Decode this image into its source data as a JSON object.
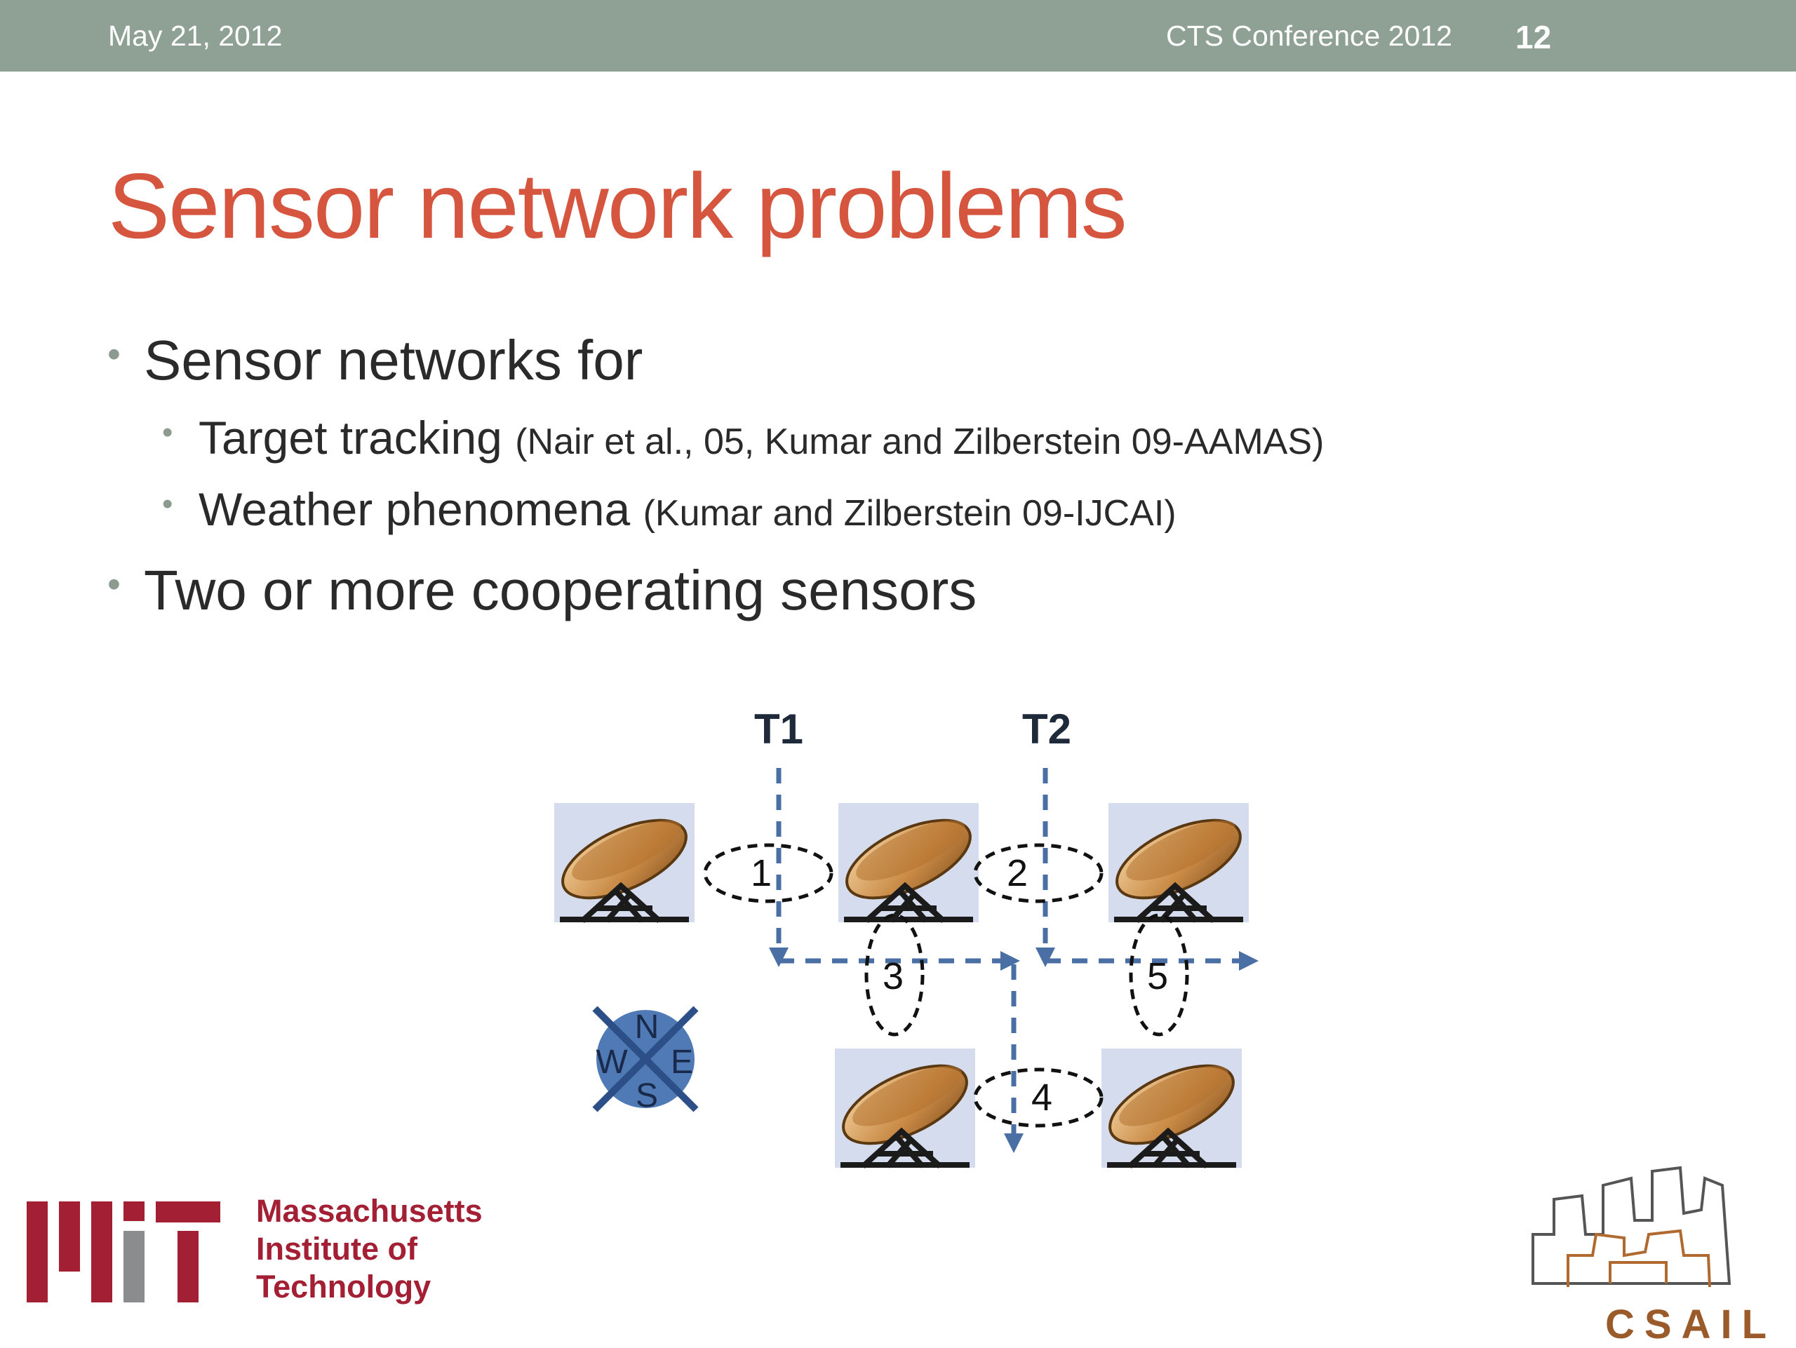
{
  "header": {
    "date": "May 21, 2012",
    "conference": "CTS Conference 2012",
    "page_number": "12"
  },
  "slide": {
    "title": "Sensor network problems",
    "bullets": [
      {
        "text": "Sensor networks for"
      },
      {
        "text": "Target tracking",
        "cite": "(Nair et al., 05, Kumar and Zilberstein 09-AAMAS)"
      },
      {
        "text": "Weather phenomena",
        "cite": "(Kumar and Zilberstein 09-IJCAI)"
      },
      {
        "text": "Two or more cooperating sensors"
      }
    ]
  },
  "diagram": {
    "targets": [
      "T1",
      "T2"
    ],
    "regions": [
      "1",
      "2",
      "3",
      "4",
      "5"
    ],
    "compass": {
      "n": "N",
      "s": "S",
      "e": "E",
      "w": "W"
    },
    "arrow_color": "#4a6fa5",
    "sensor_icon": "satellite-dish-icon"
  },
  "logos": {
    "mit_lines": [
      "Massachusetts",
      "Institute of",
      "Technology"
    ],
    "csail": "CSAIL",
    "mit_color": "#a31f34",
    "mit_gray": "#8a8c8e"
  }
}
